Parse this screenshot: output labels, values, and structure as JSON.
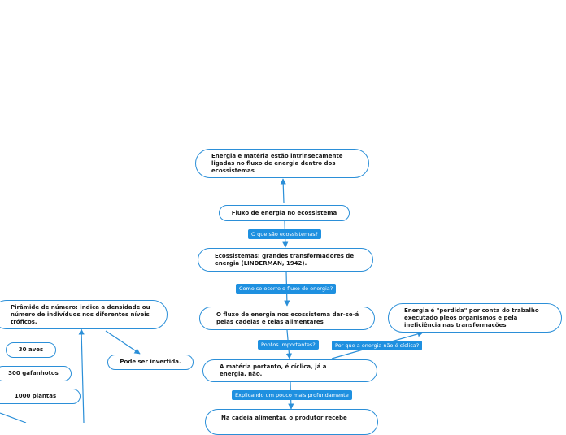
{
  "colors": {
    "edge": "#2b8fd8",
    "label_bg": "#1e90e0",
    "label_text": "#ffffff"
  },
  "nodes": {
    "energia_materia": "Energia e matéria estão intrinsecamente ligadas no fluxo de energia dentro dos ecossistemas",
    "fluxo_energia": "Fluxo de energia no ecossistema",
    "ecossistemas": "Ecossistemas: grandes transformadores de energia (LINDERMAN, 1942).",
    "fluxo_cadeias": "O fluxo de energia nos ecossistema dar-se-á pelas cadeias e teias alimentares",
    "energia_perdida": "Energia é \"perdida\" por conta do trabalho executado pleos organismos e pela ineficiência nas transformações",
    "materia_ciclica": "A matéria portanto, é cíclica, já a energia, não.",
    "cadeia_alimentar": "Na cadeia alimentar, o produtor recebe",
    "piramide": "Pirâmide de número: indica a densidade ou número de indivíduos nos diferentes níveis tróficos.",
    "invertida": "Pode ser invertida.",
    "aves": "30 aves",
    "gafanhotos": "300 gafanhotos",
    "plantas": "1000 plantas"
  },
  "labels": {
    "o_que_sao": "O que são ecossistemas?",
    "como_ocorre": "Como se ocorre o fluxo de energia?",
    "pontos": "Pontos importantes?",
    "por_que": "Por que a energia não é cíclica?",
    "explicando": "Explicando um pouco mais profundamente"
  }
}
